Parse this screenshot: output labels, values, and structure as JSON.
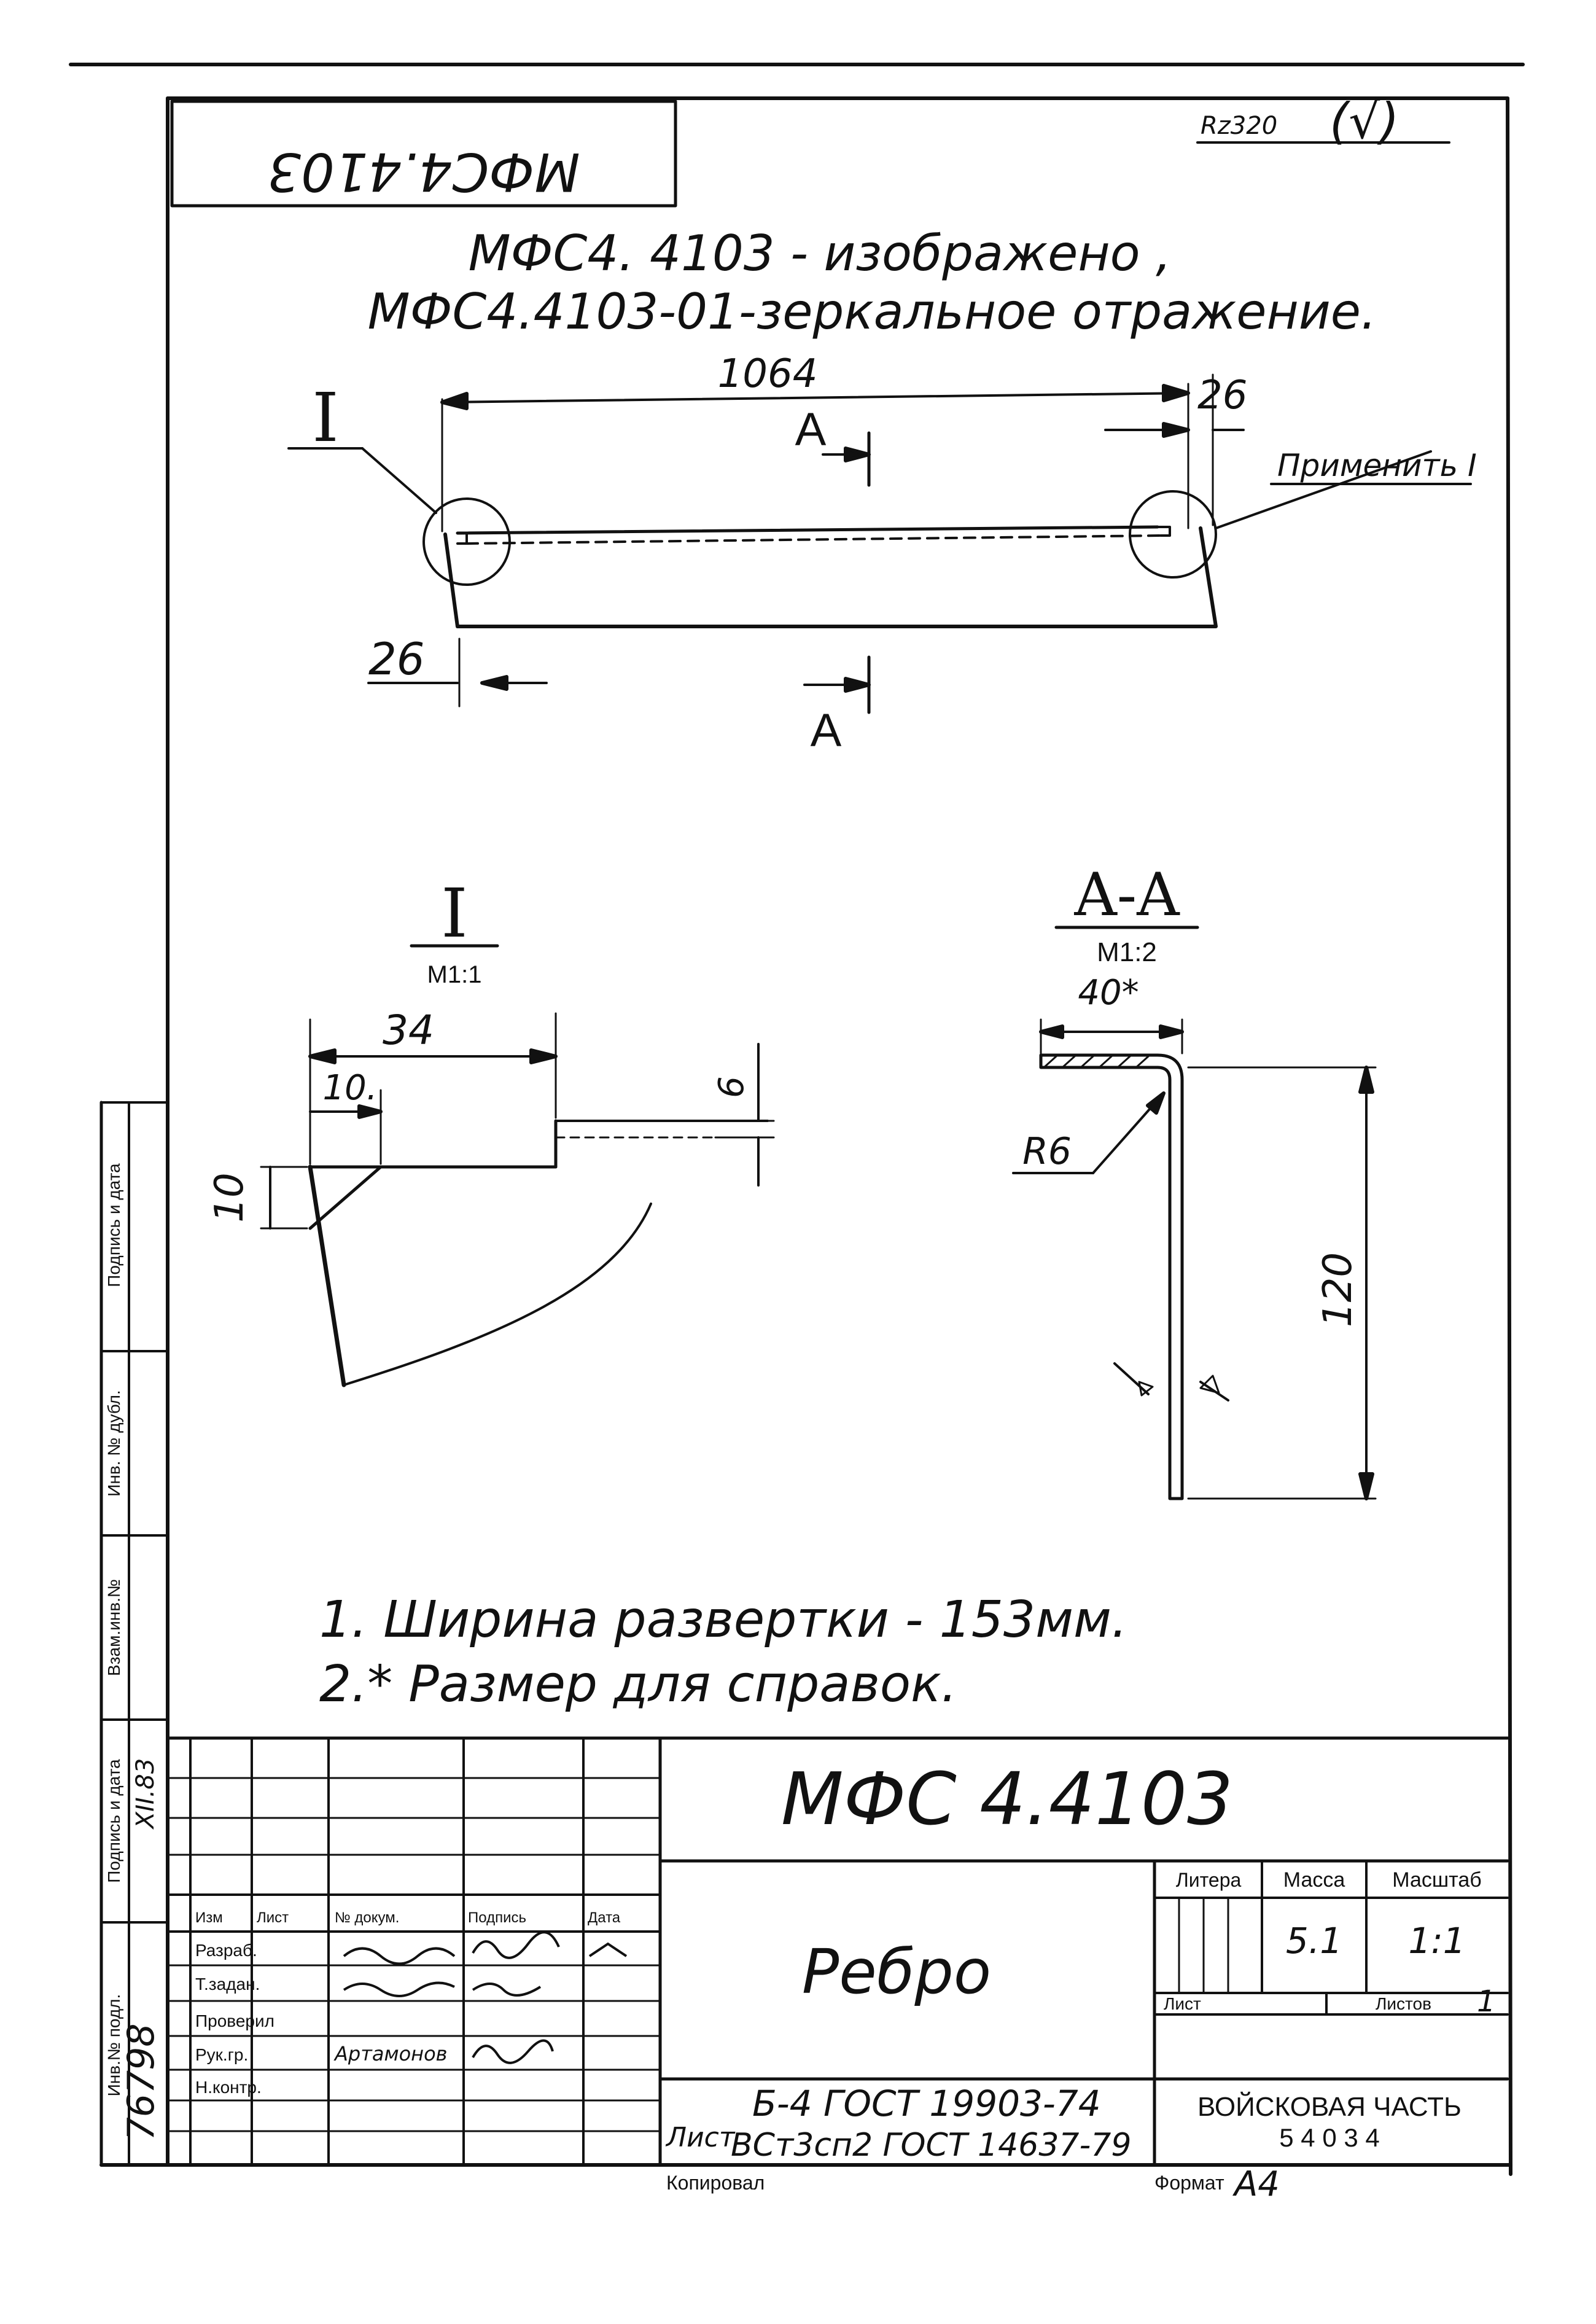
{
  "doc": {
    "corner_code": "МФС4.4103",
    "roughness": "Rz320",
    "roughness_mark": "(√)",
    "note_line1": "МФС4. 4103 - изображено ,",
    "note_line2": "МФС4.4103-01-зеркальное отражение."
  },
  "main_view": {
    "dim_length": "1064",
    "dim_right": "26",
    "dim_left": "26",
    "detail_ref": "I",
    "section_mark_top": "A",
    "section_mark_bottom": "A",
    "apply_note": "Применить I"
  },
  "detail_view": {
    "title": "I",
    "scale": "M1:1",
    "dim_34": "34",
    "dim_10_top": "10.",
    "dim_10_side": "10",
    "dim_6": "6"
  },
  "section_view": {
    "title": "A-A",
    "scale": "M1:2",
    "dim_40": "40*",
    "radius": "R6",
    "dim_120": "120"
  },
  "notes": {
    "note1": "1. Ширина развертки - 153мм.",
    "note2": "2.* Размер для справок."
  },
  "title_block": {
    "designation": "МФС 4.4103",
    "part_name": "Ребро",
    "material_line1": "Б-4 ГОСТ 19903-74",
    "material_prefix": "Лист",
    "material_line2": "ВСт3сп2 ГОСТ 14637-79",
    "org_line1": "ВОЙСКОВАЯ ЧАСТЬ",
    "org_line2": "5 4 0 3 4",
    "col_litera": "Литера",
    "col_mass": "Масса",
    "col_scale": "Масштаб",
    "mass_value": "5.1",
    "scale_value": "1:1",
    "sheet_label": "Лист",
    "sheets_label": "Листов",
    "sheets_value": "1",
    "copied": "Копировал",
    "format_label": "Формат",
    "format_value": "А4",
    "head_izm": "Изм",
    "head_list": "Лист",
    "head_doc": "№ докум.",
    "head_sign": "Подпись",
    "head_date": "Дата",
    "row_razrab": "Разраб.",
    "row_zadan": "Т.задан.",
    "row_prover": "Проверил",
    "row_ruk": "Рук.гр.",
    "row_nkontr": "Н.контр.",
    "name_ruk": "Артамонов"
  },
  "side_strip": {
    "podp_data1": "Подпись и дата",
    "inv_dubl": "Инв. № дубл.",
    "vzam_inv": "Взам.инв.№",
    "podp_data2": "Подпись и дата",
    "inv_podl": "Инв.№ подл.",
    "inv_number": "76798",
    "date_hw": "XII.83"
  }
}
